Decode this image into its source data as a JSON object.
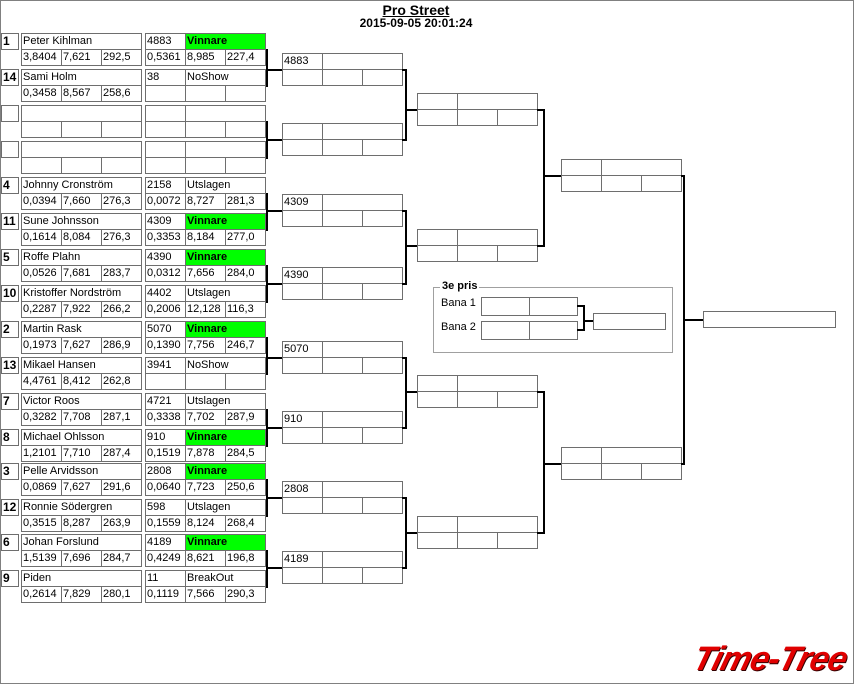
{
  "header": {
    "title": "Pro Street",
    "datetime": "2015-09-05 20:01:24"
  },
  "round1": [
    [
      {
        "seed": "1",
        "name": "Peter Kihlman",
        "rt": "3,8404",
        "et": "7,621",
        "speed": "292,5",
        "no": "4883",
        "status": "Vinnare",
        "r_rt": "0,5361",
        "r_et": "8,985",
        "r_speed": "227,4"
      },
      {
        "seed": "14",
        "name": "Sami  Holm",
        "rt": "0,3458",
        "et": "8,567",
        "speed": "258,6",
        "no": "38",
        "status": "NoShow",
        "r_rt": "",
        "r_et": "",
        "r_speed": ""
      }
    ],
    [
      {
        "seed": "",
        "name": "",
        "rt": "",
        "et": "",
        "speed": "",
        "no": "",
        "status": "",
        "r_rt": "",
        "r_et": "",
        "r_speed": ""
      },
      {
        "seed": "",
        "name": "",
        "rt": "",
        "et": "",
        "speed": "",
        "no": "",
        "status": "",
        "r_rt": "",
        "r_et": "",
        "r_speed": ""
      }
    ],
    [
      {
        "seed": "4",
        "name": "Johnny Cronström",
        "rt": "0,0394",
        "et": "7,660",
        "speed": "276,3",
        "no": "2158",
        "status": "Utslagen",
        "r_rt": "0,0072",
        "r_et": "8,727",
        "r_speed": "281,3"
      },
      {
        "seed": "11",
        "name": "Sune Johnsson",
        "rt": "0,1614",
        "et": "8,084",
        "speed": "276,3",
        "no": "4309",
        "status": "Vinnare",
        "r_rt": "0,3353",
        "r_et": "8,184",
        "r_speed": "277,0"
      }
    ],
    [
      {
        "seed": "5",
        "name": "Roffe  Plahn",
        "rt": "0,0526",
        "et": "7,681",
        "speed": "283,7",
        "no": "4390",
        "status": "Vinnare",
        "r_rt": "0,0312",
        "r_et": "7,656",
        "r_speed": "284,0"
      },
      {
        "seed": "10",
        "name": "Kristoffer Nordström",
        "rt": "0,2287",
        "et": "7,922",
        "speed": "266,2",
        "no": "4402",
        "status": "Utslagen",
        "r_rt": "0,2006",
        "r_et": "12,128",
        "r_speed": "116,3"
      }
    ],
    [
      {
        "seed": "2",
        "name": "Martin Rask",
        "rt": "0,1973",
        "et": "7,627",
        "speed": "286,9",
        "no": "5070",
        "status": "Vinnare",
        "r_rt": "0,1390",
        "r_et": "7,756",
        "r_speed": "246,7"
      },
      {
        "seed": "13",
        "name": "Mikael Hansen",
        "rt": "4,4761",
        "et": "8,412",
        "speed": "262,8",
        "no": "3941",
        "status": "NoShow",
        "r_rt": "",
        "r_et": "",
        "r_speed": ""
      }
    ],
    [
      {
        "seed": "7",
        "name": "Victor Roos",
        "rt": "0,3282",
        "et": "7,708",
        "speed": "287,1",
        "no": "4721",
        "status": "Utslagen",
        "r_rt": "0,3338",
        "r_et": "7,702",
        "r_speed": "287,9"
      },
      {
        "seed": "8",
        "name": "Michael Ohlsson",
        "rt": "1,2101",
        "et": "7,710",
        "speed": "287,4",
        "no": "910",
        "status": "Vinnare",
        "r_rt": "0,1519",
        "r_et": "7,878",
        "r_speed": "284,5"
      }
    ],
    [
      {
        "seed": "3",
        "name": "Pelle Arvidsson",
        "rt": "0,0869",
        "et": "7,627",
        "speed": "291,6",
        "no": "2808",
        "status": "Vinnare",
        "r_rt": "0,0640",
        "r_et": "7,723",
        "r_speed": "250,6"
      },
      {
        "seed": "12",
        "name": "Ronnie Södergren",
        "rt": "0,3515",
        "et": "8,287",
        "speed": "263,9",
        "no": "598",
        "status": "Utslagen",
        "r_rt": "0,1559",
        "r_et": "8,124",
        "r_speed": "268,4"
      }
    ],
    [
      {
        "seed": "6",
        "name": "Johan Forslund",
        "rt": "1,5139",
        "et": "7,696",
        "speed": "284,7",
        "no": "4189",
        "status": "Vinnare",
        "r_rt": "0,4249",
        "r_et": "8,621",
        "r_speed": "196,8"
      },
      {
        "seed": "9",
        "name": "Piden",
        "rt": "0,2614",
        "et": "7,829",
        "speed": "280,1",
        "no": "11",
        "status": "BreakOut",
        "r_rt": "0,1119",
        "r_et": "7,566",
        "r_speed": "290,3"
      }
    ]
  ],
  "round2": [
    "4883",
    "",
    "4309",
    "4390",
    "5070",
    "910",
    "2808",
    "4189"
  ],
  "round3": [
    "",
    "",
    "",
    ""
  ],
  "round4": [
    "",
    ""
  ],
  "final": "",
  "third_place": {
    "label": "3e pris",
    "lane1": "Bana 1",
    "lane2": "Bana 2"
  },
  "colors": {
    "winner": "#00ff00",
    "logo": "#e00000"
  },
  "logo": "Time-Tree"
}
